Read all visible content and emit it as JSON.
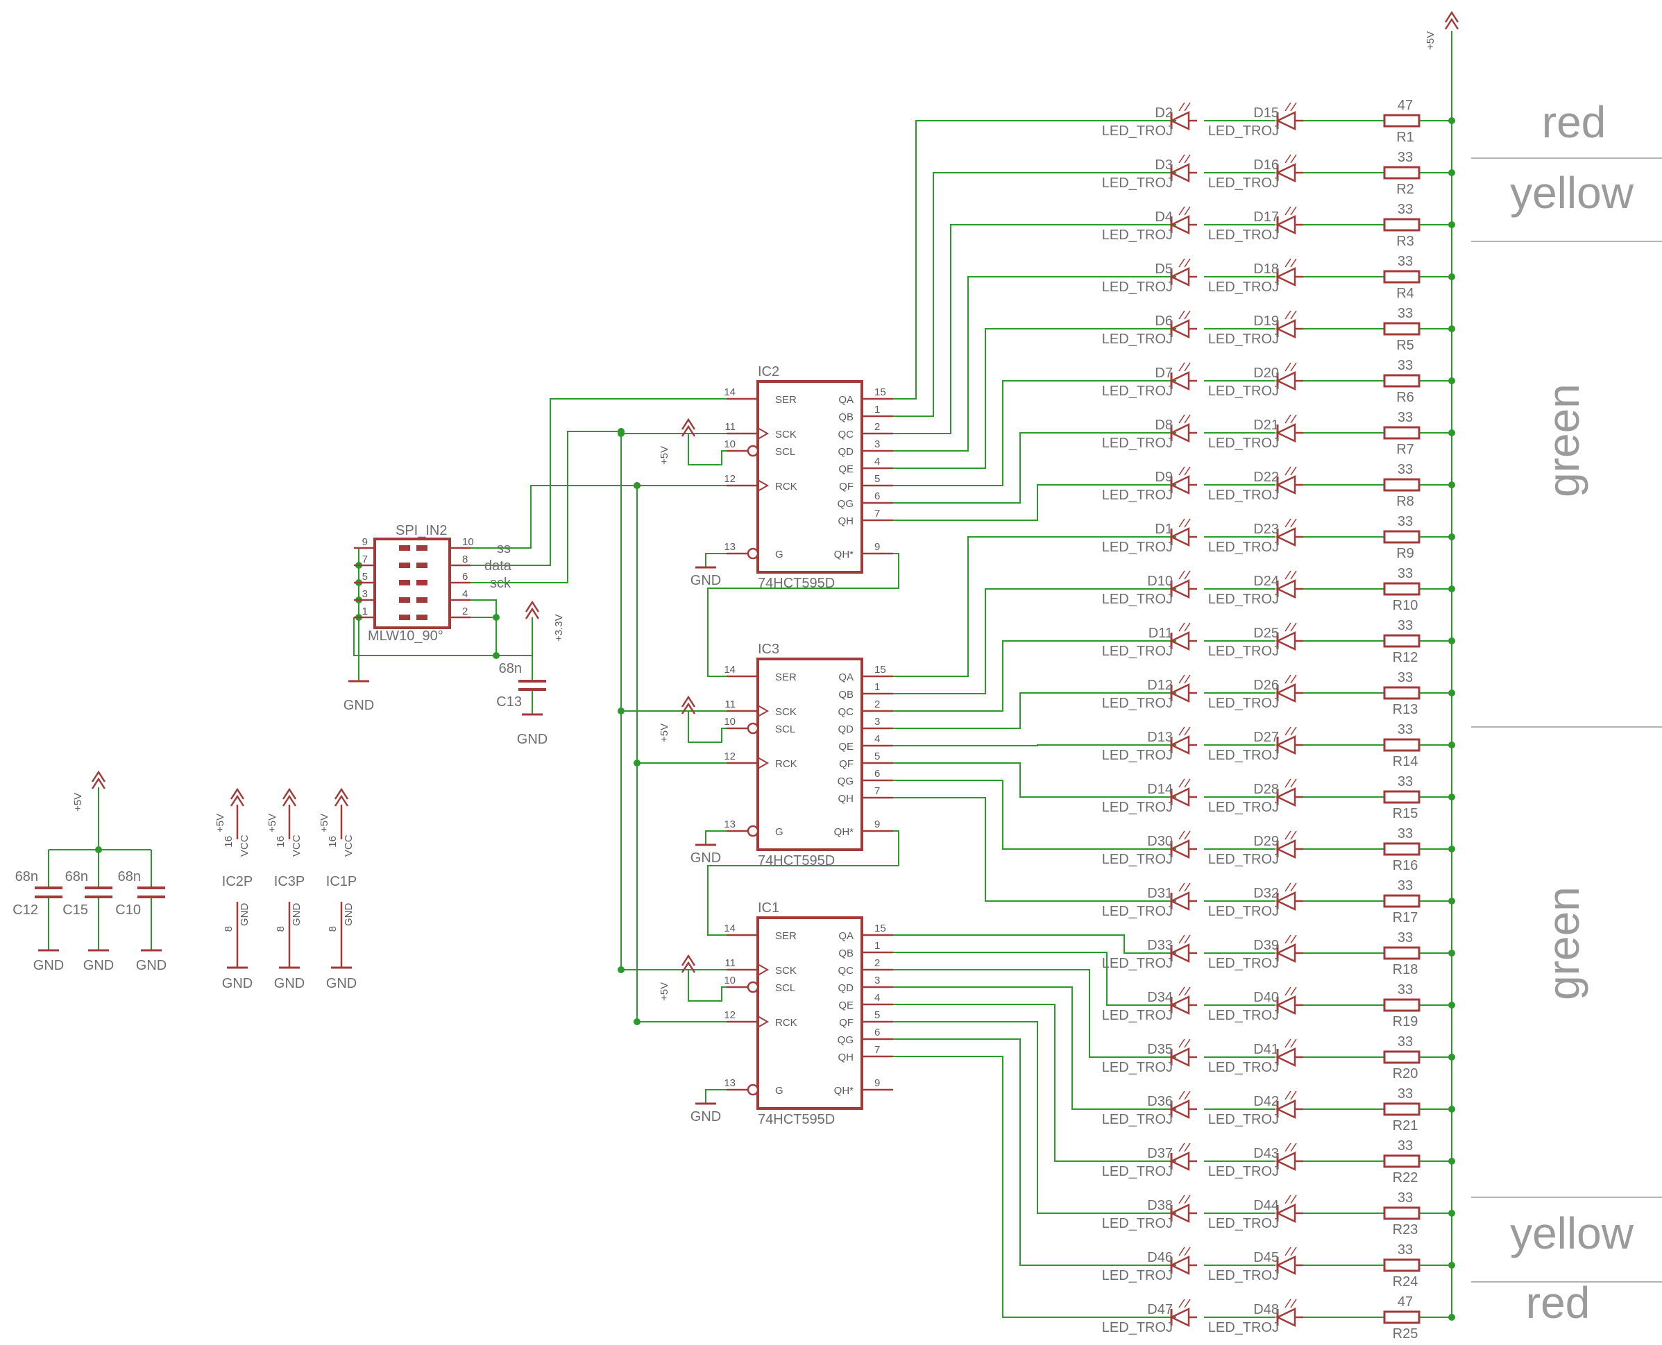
{
  "supply_labels": {
    "p5v": "+5V",
    "p33v": "+3.3V",
    "gnd": "GND"
  },
  "connector": {
    "name": "SPI_IN2",
    "value": "MLW10_90°",
    "pins_left": [
      "9",
      "7",
      "5",
      "3",
      "1"
    ],
    "pins_right": [
      "10",
      "8",
      "6",
      "4",
      "2"
    ],
    "signals": [
      "ss",
      "data",
      "sck"
    ]
  },
  "c13": {
    "name": "C13",
    "value": "68n"
  },
  "shift_registers": [
    {
      "name": "IC2",
      "value": "74HCT595D"
    },
    {
      "name": "IC3",
      "value": "74HCT595D"
    },
    {
      "name": "IC1",
      "value": "74HCT595D"
    }
  ],
  "ic_pin_names": {
    "left": [
      "SER",
      "SCK",
      "SCL",
      "RCK",
      "G"
    ],
    "right": [
      "QA",
      "QB",
      "QC",
      "QD",
      "QE",
      "QF",
      "QG",
      "QH",
      "QH*"
    ]
  },
  "ic_pin_numbers": {
    "left": [
      "14",
      "11",
      "10",
      "12",
      "13"
    ],
    "right": [
      "15",
      "1",
      "2",
      "3",
      "4",
      "5",
      "6",
      "7",
      "9"
    ]
  },
  "led_rows": [
    {
      "d1": "D2",
      "d2": "D15",
      "r": "R1",
      "val": "47"
    },
    {
      "d1": "D3",
      "d2": "D16",
      "r": "R2",
      "val": "33"
    },
    {
      "d1": "D4",
      "d2": "D17",
      "r": "R3",
      "val": "33"
    },
    {
      "d1": "D5",
      "d2": "D18",
      "r": "R4",
      "val": "33"
    },
    {
      "d1": "D6",
      "d2": "D19",
      "r": "R5",
      "val": "33"
    },
    {
      "d1": "D7",
      "d2": "D20",
      "r": "R6",
      "val": "33"
    },
    {
      "d1": "D8",
      "d2": "D21",
      "r": "R7",
      "val": "33"
    },
    {
      "d1": "D9",
      "d2": "D22",
      "r": "R8",
      "val": "33"
    },
    {
      "d1": "D1",
      "d2": "D23",
      "r": "R9",
      "val": "33"
    },
    {
      "d1": "D10",
      "d2": "D24",
      "r": "R10",
      "val": "33"
    },
    {
      "d1": "D11",
      "d2": "D25",
      "r": "R12",
      "val": "33"
    },
    {
      "d1": "D12",
      "d2": "D26",
      "r": "R13",
      "val": "33"
    },
    {
      "d1": "D13",
      "d2": "D27",
      "r": "R14",
      "val": "33"
    },
    {
      "d1": "D14",
      "d2": "D28",
      "r": "R15",
      "val": "33"
    },
    {
      "d1": "D30",
      "d2": "D29",
      "r": "R16",
      "val": "33"
    },
    {
      "d1": "D31",
      "d2": "D32",
      "r": "R17",
      "val": "33"
    },
    {
      "d1": "D33",
      "d2": "D39",
      "r": "R18",
      "val": "33"
    },
    {
      "d1": "D34",
      "d2": "D40",
      "r": "R19",
      "val": "33"
    },
    {
      "d1": "D35",
      "d2": "D41",
      "r": "R20",
      "val": "33"
    },
    {
      "d1": "D36",
      "d2": "D42",
      "r": "R21",
      "val": "33"
    },
    {
      "d1": "D37",
      "d2": "D43",
      "r": "R22",
      "val": "33"
    },
    {
      "d1": "D38",
      "d2": "D44",
      "r": "R23",
      "val": "33"
    },
    {
      "d1": "D46",
      "d2": "D45",
      "r": "R24",
      "val": "33"
    },
    {
      "d1": "D47",
      "d2": "D48",
      "r": "R25",
      "val": "47"
    }
  ],
  "led_value": "LED_TROJ",
  "color_bands": [
    "red",
    "yellow",
    "green",
    "green",
    "yellow",
    "red"
  ],
  "decoupling": [
    {
      "name": "C12",
      "value": "68n"
    },
    {
      "name": "C15",
      "value": "68n"
    },
    {
      "name": "C10",
      "value": "68n"
    }
  ],
  "power_parts": [
    {
      "name": "IC2P",
      "vcc_pin": "16",
      "gnd_pin": "8"
    },
    {
      "name": "IC3P",
      "vcc_pin": "16",
      "gnd_pin": "8"
    },
    {
      "name": "IC1P",
      "vcc_pin": "16",
      "gnd_pin": "8"
    }
  ],
  "power_pin_names": {
    "vcc": "VCC",
    "gnd": "GND"
  },
  "colors": {
    "wire": "#2a9a2a",
    "symbol": "#a33a3a",
    "text": "#6e6e6e",
    "band": "#9a9a9a"
  }
}
